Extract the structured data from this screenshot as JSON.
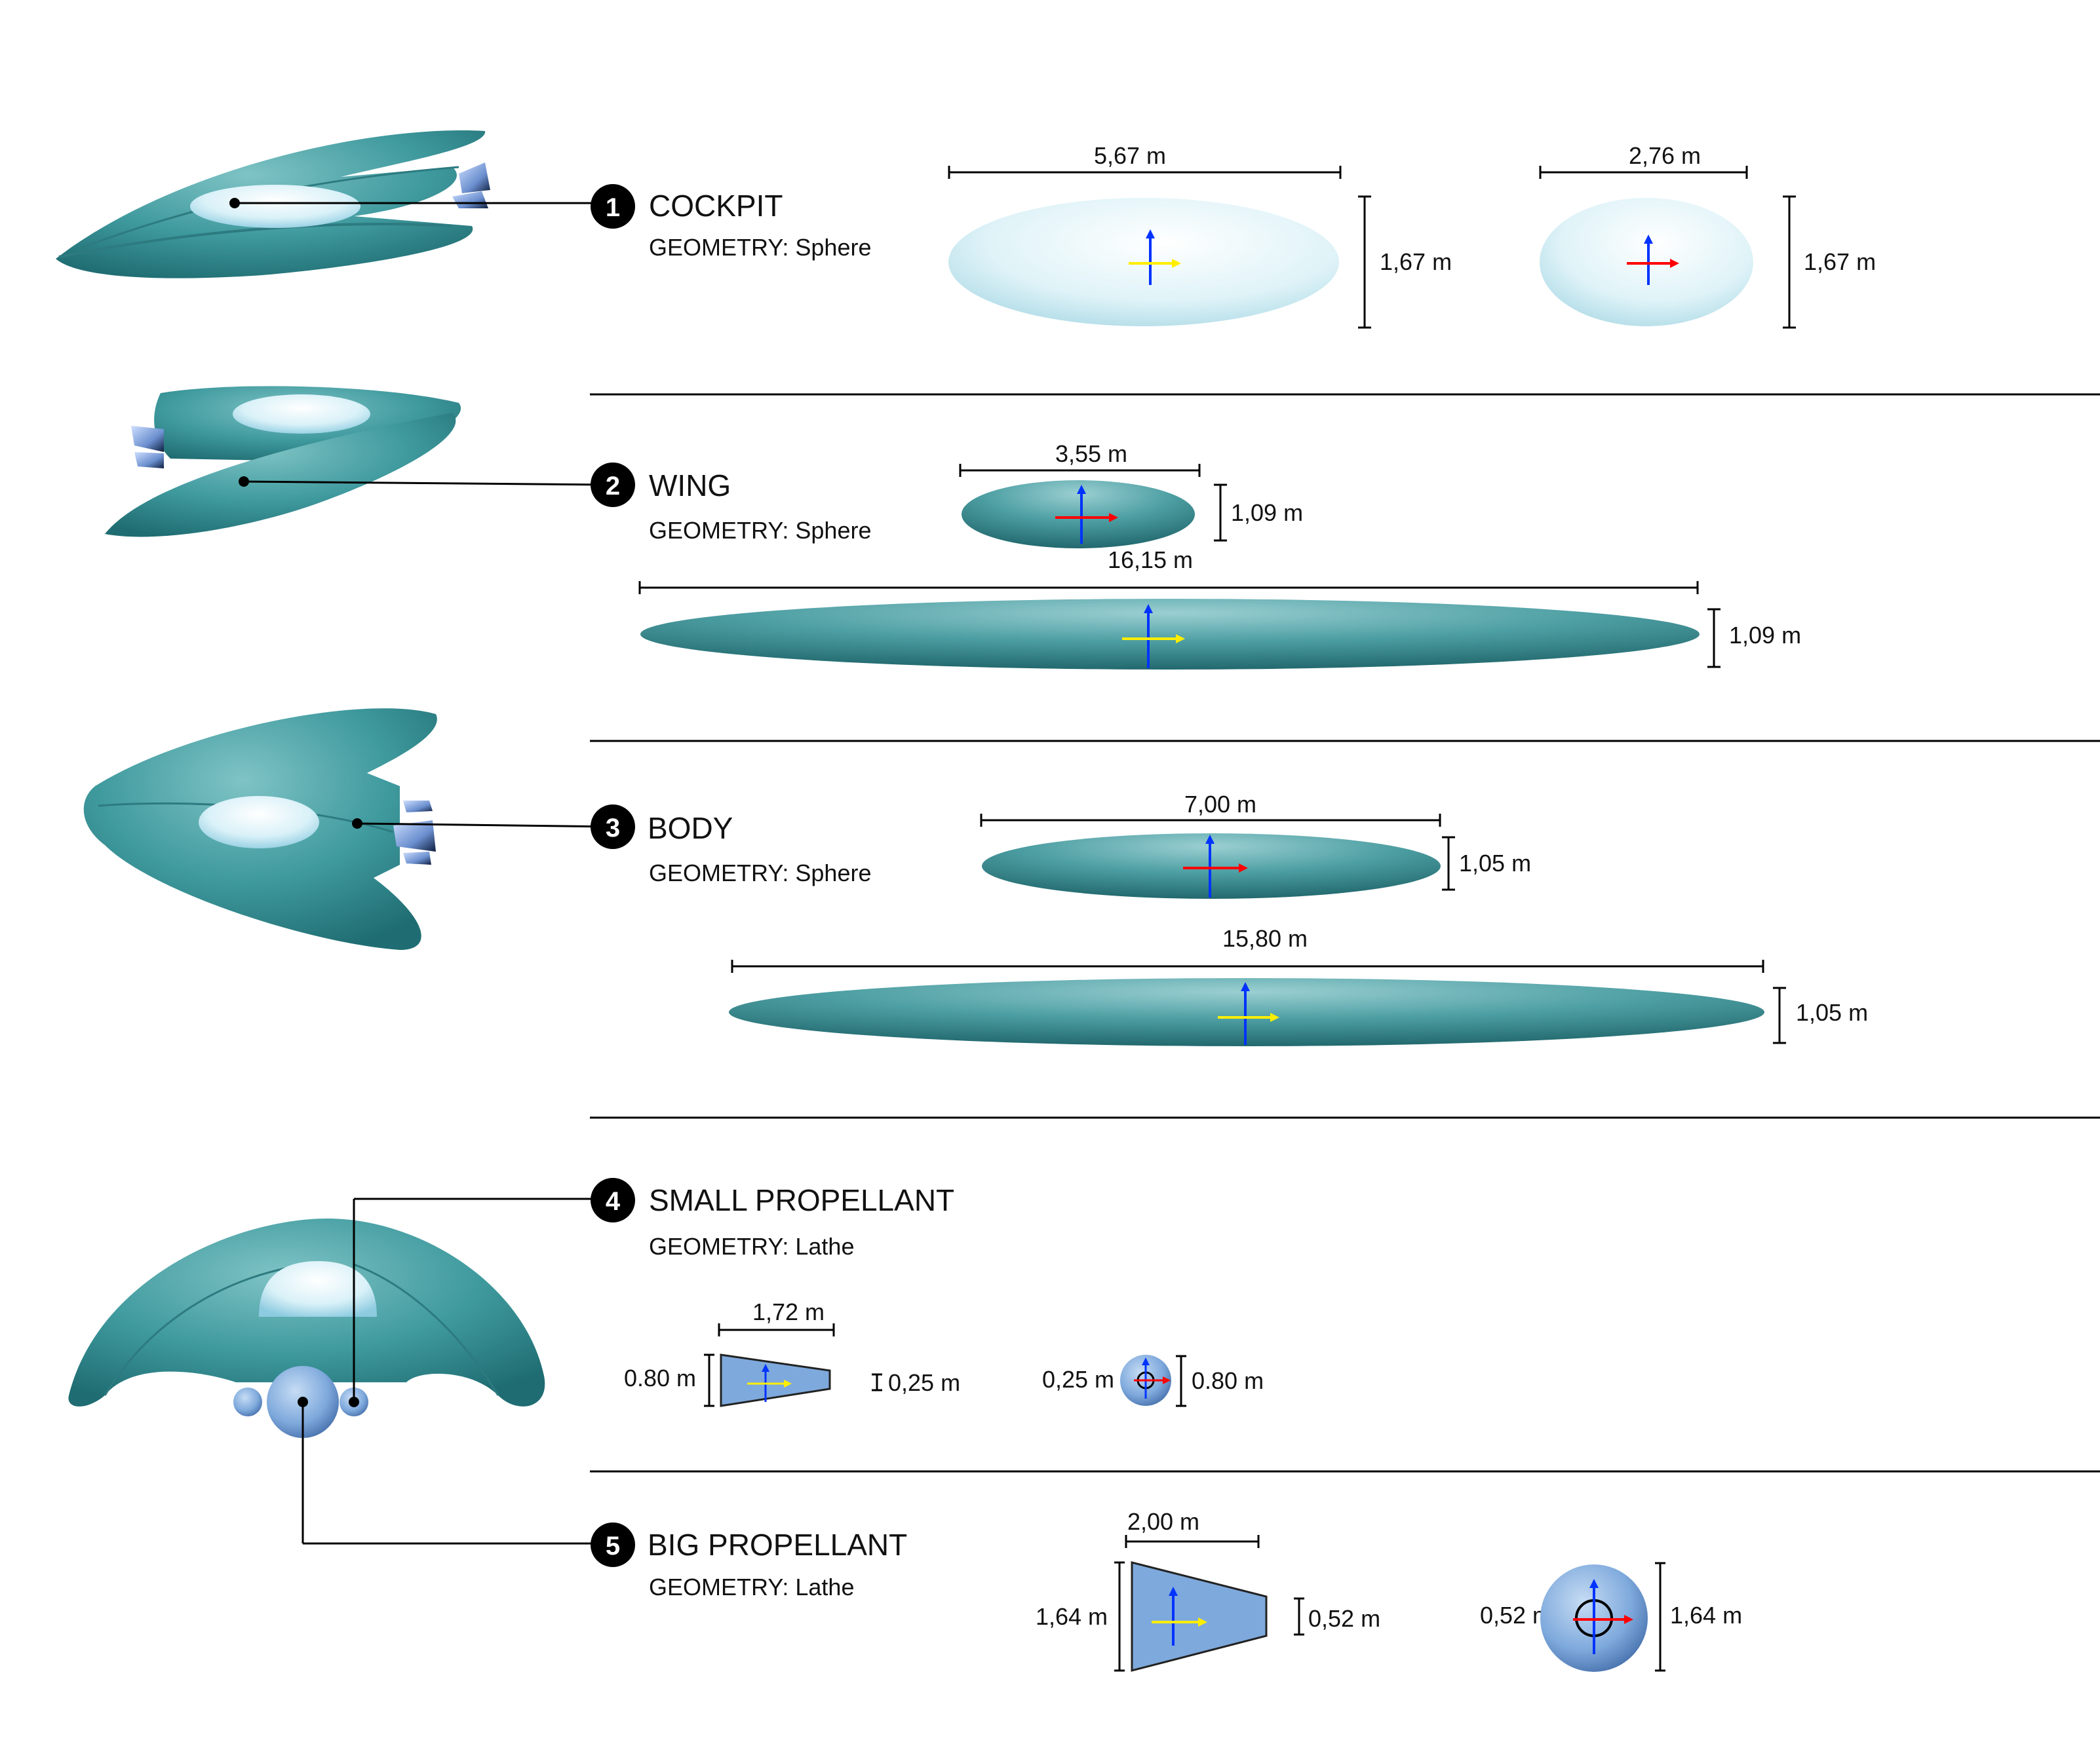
{
  "sections": [
    {
      "number": "1",
      "name": "COCKPIT",
      "geometry": "GEOMETRY: Sphere"
    },
    {
      "number": "2",
      "name": "WING",
      "geometry": "GEOMETRY: Sphere"
    },
    {
      "number": "3",
      "name": "BODY",
      "geometry": "GEOMETRY: Sphere"
    },
    {
      "number": "4",
      "name": "SMALL PROPELLANT",
      "geometry": "GEOMETRY: Lathe"
    },
    {
      "number": "5",
      "name": "BIG PROPELLANT",
      "geometry": "GEOMETRY: Lathe"
    }
  ],
  "dimensions": {
    "cockpit_side_width": "5,67 m",
    "cockpit_side_height": "1,67 m",
    "cockpit_front_width": "2,76 m",
    "cockpit_front_height": "1,67 m",
    "wing_small_width": "3,55 m",
    "wing_small_height": "1,09 m",
    "wing_long_width": "16,15 m",
    "wing_long_height": "1,09 m",
    "body_small_width": "7,00 m",
    "body_small_height": "1,05 m",
    "body_long_width": "15,80 m",
    "body_long_height": "1,05 m",
    "small_side_length": "1,72 m",
    "small_side_height_big": "0.80 m",
    "small_side_height_small": "0,25 m",
    "small_front_inner": "0,25 m",
    "small_front_outer": "0.80 m",
    "big_side_length": "2,00 m",
    "big_side_height_big": "1,64 m",
    "big_side_height_small": "0,52 m",
    "big_front_inner": "0,52 m",
    "big_front_outer": "1,64 m"
  },
  "colors": {
    "teal": "#3f9a9e",
    "teal_dark": "#1f6d72",
    "cockpit_light": "#dff3f8",
    "propellant_blue": "#7ea9dc",
    "axis_blue": "#0033ff",
    "axis_red": "#ff0000",
    "axis_yellow": "#ffee00",
    "line": "#000000"
  }
}
